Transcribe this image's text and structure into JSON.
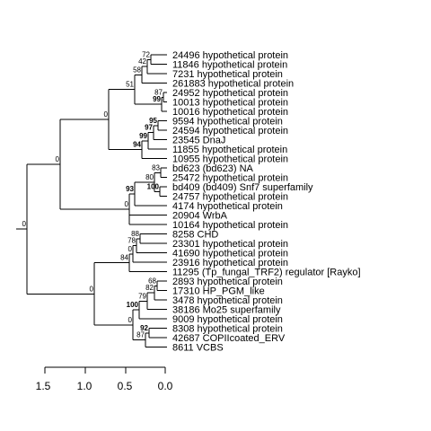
{
  "tree": {
    "axis": {
      "ticks": [
        {
          "value": 1.5,
          "label": "1.5"
        },
        {
          "value": 1.0,
          "label": "1.0"
        },
        {
          "value": 0.5,
          "label": "0.5"
        },
        {
          "value": 0.0,
          "label": "0.0"
        }
      ]
    },
    "root": {
      "label": "0",
      "children": [
        {
          "label": "0",
          "children": [
            {
              "label": "0",
              "children": [
                {
                  "label": "51",
                  "children": [
                    {
                      "label": "58",
                      "children": [
                        {
                          "label": "42",
                          "children": [
                            {
                              "label": "72",
                              "children": [
                                {
                                  "name": "24496 hypothetical protein"
                                },
                                {
                                  "name": "11846 hypothetical protein"
                                }
                              ]
                            },
                            {
                              "name": "7231 hypothetical protein"
                            }
                          ]
                        },
                        {
                          "name": "261883 hypothetical protein"
                        }
                      ]
                    },
                    {
                      "label": "99",
                      "bold": true,
                      "children": [
                        {
                          "label": "87",
                          "children": [
                            {
                              "name": "24952 hypothetical protein"
                            },
                            {
                              "name": "10013 hypothetical protein"
                            }
                          ]
                        },
                        {
                          "name": "10016 hypothetical protein"
                        }
                      ]
                    }
                  ]
                },
                {
                  "label": "94",
                  "bold": true,
                  "children": [
                    {
                      "label": "99",
                      "bold": true,
                      "children": [
                        {
                          "label": "97",
                          "bold": true,
                          "children": [
                            {
                              "label": "95",
                              "bold": true,
                              "children": [
                                {
                                  "name": "9594 hypothetical protein"
                                },
                                {
                                  "name": "24594 hypothetical protein"
                                }
                              ]
                            },
                            {
                              "name": "23545 DnaJ"
                            }
                          ]
                        },
                        {
                          "name": "11855 hypothetical protein"
                        }
                      ]
                    },
                    {
                      "name": "10955 hypothetical protein"
                    }
                  ]
                }
              ]
            },
            {
              "label": "0",
              "children": [
                {
                  "label": "93",
                  "bold": true,
                  "children": [
                    {
                      "label": "80",
                      "children": [
                        {
                          "label": "83",
                          "children": [
                            {
                              "name": "bd623 (bd623) NA"
                            },
                            {
                              "name": "25472 hypothetical protein"
                            }
                          ]
                        },
                        {
                          "label": "100",
                          "bold": true,
                          "children": [
                            {
                              "name": "bd409 (bd409) Snf7 superfamily"
                            },
                            {
                              "name": "24757 hypothetical protein"
                            }
                          ]
                        }
                      ]
                    },
                    {
                      "name": "4174 hypothetical protein"
                    }
                  ]
                },
                {
                  "name": "20904 WrbA"
                },
                {
                  "name": "10164 hypothetical protein"
                }
              ]
            }
          ]
        },
        {
          "label": "0",
          "children": [
            {
              "label": "84",
              "children": [
                {
                  "label": "0",
                  "children": [
                    {
                      "label": "78",
                      "children": [
                        {
                          "label": "88",
                          "children": [
                            {
                              "name": "8258 CHD"
                            },
                            {
                              "name": "23301 hypothetical protein"
                            }
                          ]
                        },
                        {
                          "name": "41690 hypothetical protein"
                        }
                      ]
                    },
                    {
                      "name": "23916 hypothetical protein"
                    }
                  ]
                },
                {
                  "name": "11295 (Tp_fungal_TRF2) regulator [Rayko]"
                }
              ]
            },
            {
              "label": "0",
              "children": [
                {
                  "label": "100",
                  "bold": true,
                  "children": [
                    {
                      "label": "79",
                      "children": [
                        {
                          "label": "82",
                          "children": [
                            {
                              "label": "68",
                              "children": [
                                {
                                  "name": "2893 hypothetical protein"
                                },
                                {
                                  "name": "17310 HP_PGM_like"
                                }
                              ]
                            },
                            {
                              "name": "3478 hypothetical protein"
                            }
                          ]
                        },
                        {
                          "name": "38186 Mo25 superfamily"
                        }
                      ]
                    },
                    {
                      "name": "9009 hypothetical protein"
                    }
                  ]
                },
                {
                  "label": "87",
                  "children": [
                    {
                      "label": "92",
                      "bold": true,
                      "children": [
                        {
                          "name": "8308 hypothetical protein"
                        },
                        {
                          "name": "42687 COPIIcoated_ERV"
                        }
                      ]
                    },
                    {
                      "name": "8611 VCBS"
                    }
                  ]
                }
              ]
            }
          ]
        }
      ]
    }
  }
}
